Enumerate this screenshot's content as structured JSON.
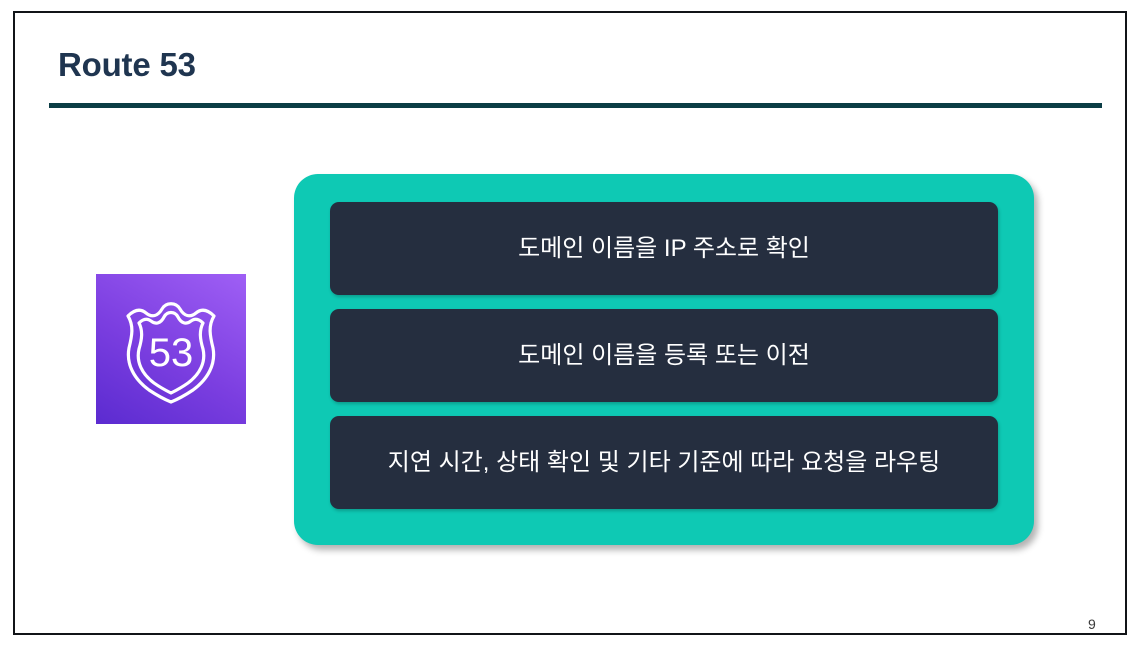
{
  "slide": {
    "title": "Route 53",
    "page_number": "9",
    "colors": {
      "title_text": "#1f3550",
      "title_rule": "#0b3d45",
      "panel_teal": "#0ec9b4",
      "box_dark": "#252e3f",
      "box_text": "#ffffff",
      "icon_purple_light": "#9f5ff5",
      "icon_purple_dark": "#5b2bd0",
      "slide_border": "#111418"
    }
  },
  "icon": {
    "name": "aws-route53-shield-icon",
    "badge_number": "53"
  },
  "panel": {
    "features": [
      {
        "text": "도메인 이름을 IP 주소로 확인"
      },
      {
        "text": "도메인 이름을 등록 또는 이전"
      },
      {
        "text": "지연 시간, 상태 확인 및 기타 기준에 따라 요청을 라우팅"
      }
    ]
  }
}
